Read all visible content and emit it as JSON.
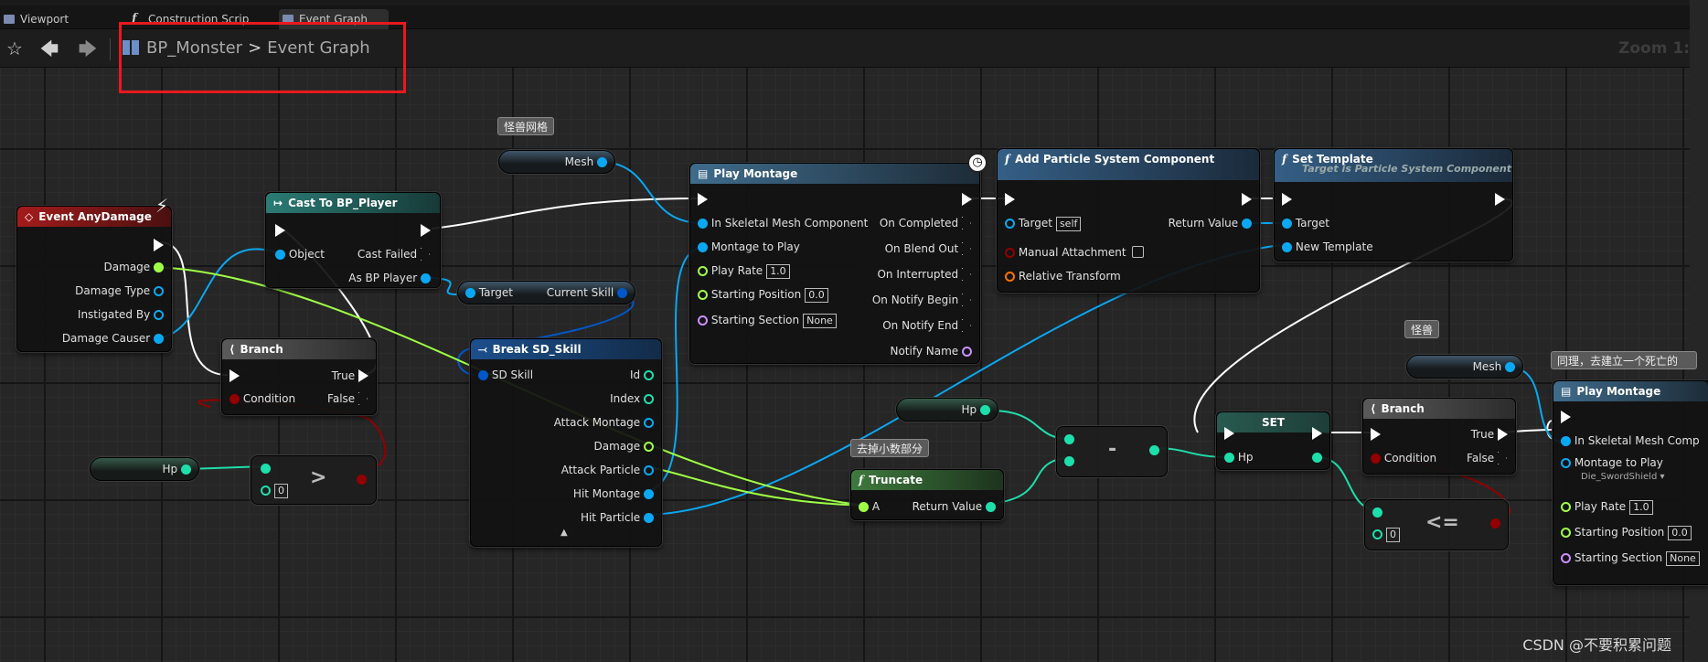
{
  "tabs": [
    {
      "label": "Viewport"
    },
    {
      "label": "Construction Scrip"
    },
    {
      "label": "Event Graph"
    }
  ],
  "breadcrumb": {
    "blueprint": "BP_Monster",
    "separator": ">",
    "graph": "Event Graph"
  },
  "zoom": "Zoom 1:",
  "nodes": {
    "event_any_damage": {
      "title": "Event AnyDamage",
      "pins": [
        "Damage",
        "Damage Type",
        "Instigated By",
        "Damage Causer"
      ]
    },
    "cast": {
      "title": "Cast To BP_Player",
      "object": "Object",
      "cast_failed": "Cast Failed",
      "as_bp_player": "As BP Player"
    },
    "branch1": {
      "title": "Branch",
      "condition": "Condition",
      "true": "True",
      "false": "False"
    },
    "hp_get1": {
      "label": "Hp"
    },
    "greater": {
      "value": "0",
      "symbol": ">"
    },
    "get_skill": {
      "target": "Target",
      "current_skill": "Current Skill"
    },
    "break_skill": {
      "title": "Break SD_Skill",
      "sd_skill": "SD Skill",
      "outs": [
        "Id",
        "Index",
        "Attack Montage",
        "Damage",
        "Attack Particle",
        "Hit Montage",
        "Hit Particle"
      ]
    },
    "mesh_comment": "怪兽网格",
    "mesh_get1": {
      "label": "Mesh"
    },
    "play_montage1": {
      "title": "Play Montage",
      "ins": [
        "In Skeletal Mesh Component",
        "Montage to Play",
        "Play Rate",
        "Starting Position",
        "Starting Section"
      ],
      "play_rate": "1.0",
      "start_pos": "0.0",
      "start_section": "None",
      "outs": [
        "On Completed",
        "On Blend Out",
        "On Interrupted",
        "On Notify Begin",
        "On Notify End",
        "Notify Name"
      ]
    },
    "add_particle": {
      "title": "Add Particle System Component",
      "target": "Target",
      "self": "self",
      "manual": "Manual Attachment",
      "relative": "Relative Transform",
      "return": "Return Value"
    },
    "set_template": {
      "title": "Set Template",
      "subtitle": "Target is Particle System Component",
      "target": "Target",
      "new_template": "New Template"
    },
    "hp_get2": {
      "label": "Hp"
    },
    "truncate_comment": "去掉小数部分",
    "truncate": {
      "title": "Truncate",
      "a": "A",
      "return": "Return Value"
    },
    "minus": {
      "symbol": "-"
    },
    "set_node": {
      "title": "SET",
      "hp": "Hp"
    },
    "branch2": {
      "title": "Branch",
      "condition": "Condition",
      "true": "True",
      "false": "False"
    },
    "lesseq": {
      "value": "0",
      "symbol": "<="
    },
    "monster_comment": "怪兽",
    "mesh_get2": {
      "label": "Mesh"
    },
    "death_comment": "同理，去建立一个死亡的",
    "play_montage2": {
      "title": "Play Montage",
      "ins": [
        "In Skeletal Mesh Comp",
        "Montage to Play",
        "Play Rate",
        "Starting Position",
        "Starting Section"
      ],
      "montage": "Die_SwordShield",
      "play_rate": "1.0",
      "start_pos": "0.0",
      "start_section": "None"
    }
  },
  "watermark": "CSDN @不要积累问题",
  "colors": {
    "exec": "#ffffff",
    "float": "#9fff44",
    "object": "#00a8f2",
    "struct": "#0057c8",
    "int": "#1edfab",
    "name": "#cb90ff",
    "bool": "#930000",
    "transform": "#ff7300",
    "highlight_box": "#e8191f"
  }
}
